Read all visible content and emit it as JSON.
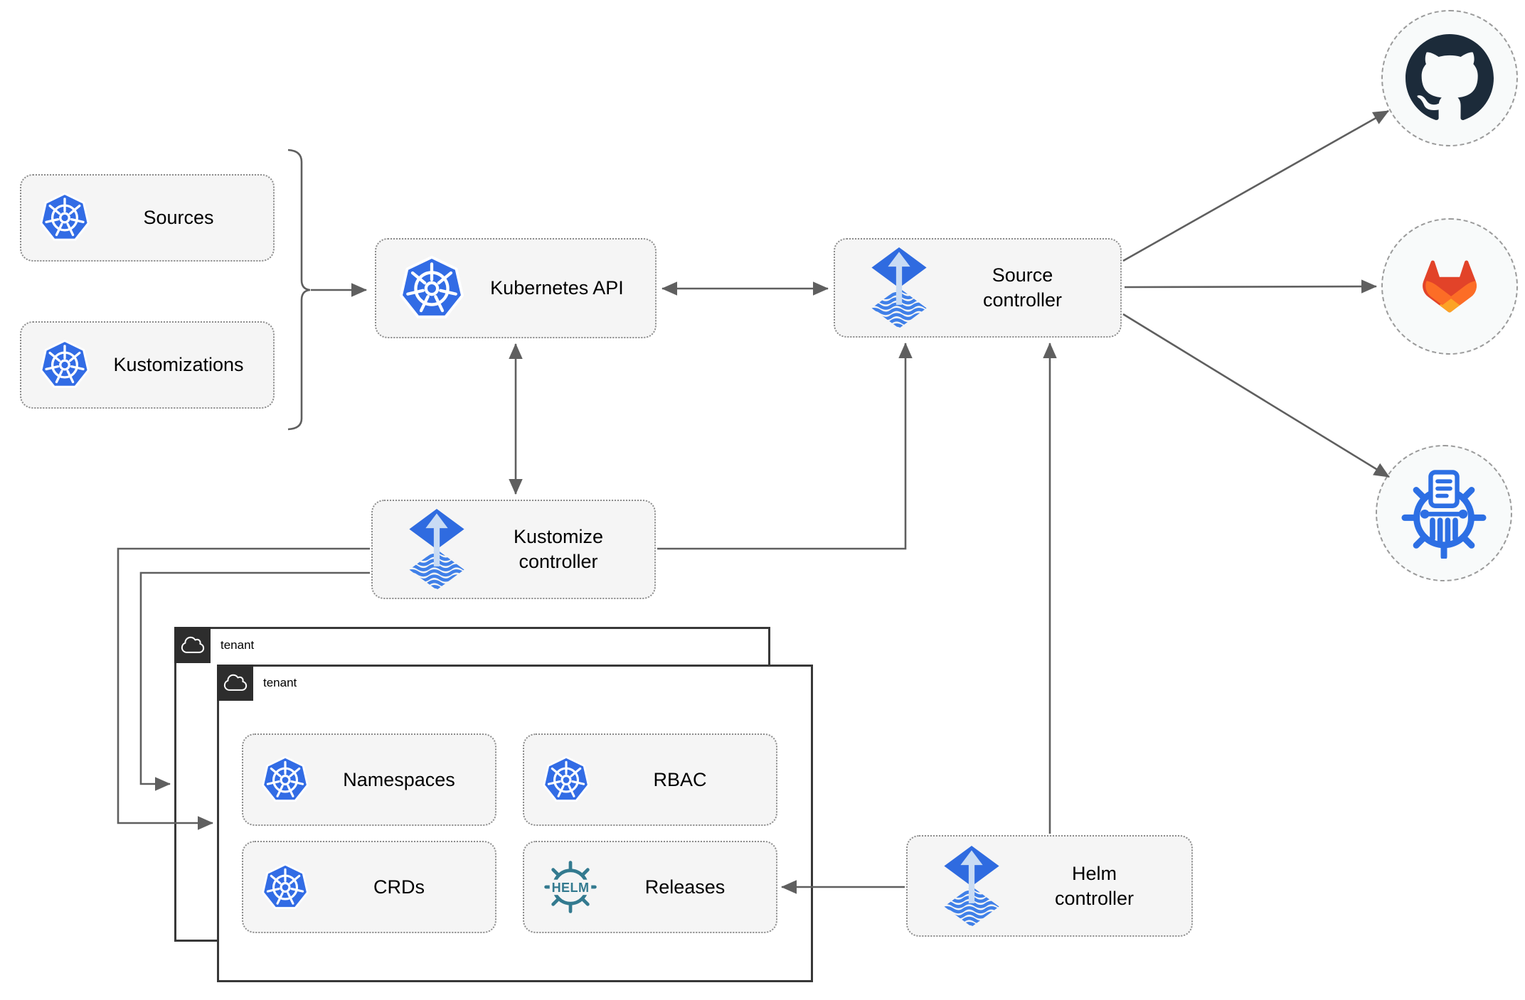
{
  "diagram": {
    "kind": "flux-gitops-architecture",
    "resources": {
      "sources": {
        "label": "Sources",
        "icon": "kubernetes-icon"
      },
      "kustomizations": {
        "label": "Kustomizations",
        "icon": "kubernetes-icon"
      }
    },
    "nodes": {
      "kubernetes_api": {
        "label": "Kubernetes API",
        "icon": "kubernetes-icon"
      },
      "source_controller": {
        "label": "Source\ncontroller",
        "icon": "flux-icon"
      },
      "kustomize_controller": {
        "label": "Kustomize\ncontroller",
        "icon": "flux-icon"
      },
      "helm_controller": {
        "label": "Helm\ncontroller",
        "icon": "flux-icon"
      }
    },
    "remotes": {
      "github": {
        "icon": "github-icon"
      },
      "gitlab": {
        "icon": "gitlab-icon"
      },
      "helm_repository": {
        "icon": "helm-repository-icon"
      }
    },
    "tenants": {
      "back": {
        "label": "tenant",
        "icon": "cloud-icon"
      },
      "front": {
        "label": "tenant",
        "icon": "cloud-icon",
        "items": {
          "namespaces": {
            "label": "Namespaces",
            "icon": "kubernetes-icon"
          },
          "rbac": {
            "label": "RBAC",
            "icon": "kubernetes-icon"
          },
          "crds": {
            "label": "CRDs",
            "icon": "kubernetes-icon"
          },
          "releases": {
            "label": "Releases",
            "icon": "helm-icon"
          }
        }
      }
    },
    "edges": [
      {
        "from": "sources+kustomizations",
        "to": "kubernetes_api",
        "style": "arrow"
      },
      {
        "from": "kubernetes_api",
        "to": "source_controller",
        "style": "double-arrow"
      },
      {
        "from": "kubernetes_api",
        "to": "kustomize_controller",
        "style": "double-arrow"
      },
      {
        "from": "kustomize_controller",
        "to": "source_controller",
        "style": "arrow"
      },
      {
        "from": "kustomize_controller",
        "to": "tenant-front",
        "style": "arrow"
      },
      {
        "from": "kustomize_controller",
        "to": "tenant-back",
        "style": "arrow"
      },
      {
        "from": "helm_controller",
        "to": "source_controller",
        "style": "arrow"
      },
      {
        "from": "helm_controller",
        "to": "releases",
        "style": "arrow"
      },
      {
        "from": "source_controller",
        "to": "github",
        "style": "arrow"
      },
      {
        "from": "source_controller",
        "to": "gitlab",
        "style": "arrow"
      },
      {
        "from": "source_controller",
        "to": "helm_repository",
        "style": "arrow"
      }
    ],
    "colors": {
      "kubernetes_blue": "#326ce5",
      "flux_blue": "#2f6be0",
      "flux_light": "#c8dbf4",
      "helm_teal": "#337a8f",
      "github_dark": "#1c2b3a",
      "gitlab_red": "#e24329",
      "gitlab_orange": "#fc6d26",
      "gitlab_yellow": "#fca326",
      "registry_blue": "#2d6fe4",
      "wire_gray": "#5f5f5f",
      "box_fill": "#f5f5f5",
      "tenant_border": "#383838"
    }
  }
}
